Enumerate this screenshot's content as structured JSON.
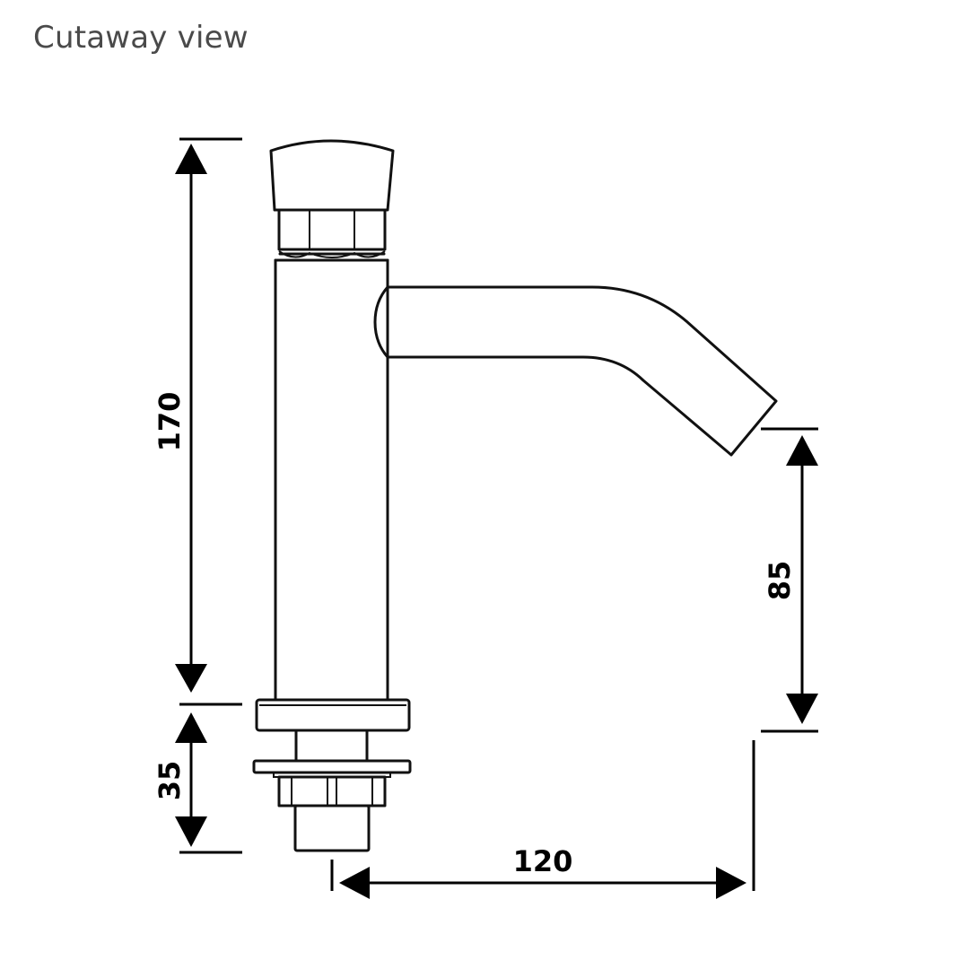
{
  "title": "Cutaway view",
  "dimensions": {
    "overall_height": "170",
    "spout_height": "85",
    "spout_reach": "120",
    "base_height": "35"
  }
}
